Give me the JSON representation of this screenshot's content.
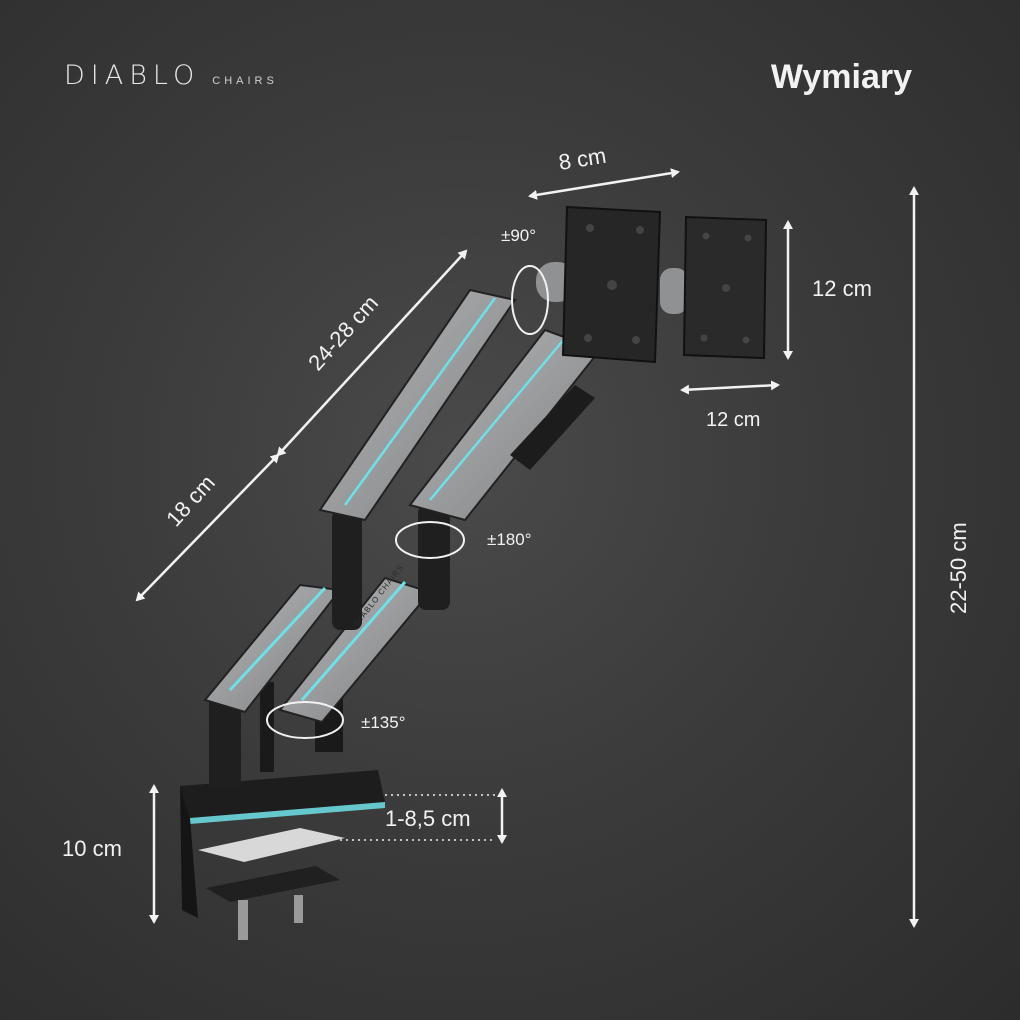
{
  "header": {
    "brand_name": "DIABLO",
    "brand_sub": "CHAIRS",
    "title": "Wymiary"
  },
  "dimensions": {
    "plate_depth": "8 cm",
    "plate_height": "12 cm",
    "plate_width": "12 cm",
    "upper_arm": "24-28 cm",
    "lower_arm": "18 cm",
    "pole_height": "22-50 cm",
    "clamp_height": "10 cm",
    "desk_thickness": "1-8,5 cm"
  },
  "rotations": {
    "tilt": "±90°",
    "swivel_mid": "±180°",
    "swivel_base": "±135°"
  },
  "product_marking": "DIABLO CHAIRS",
  "colors": {
    "accent_led": "#6fe0e8",
    "arm_grey": "#9a9c9e",
    "dark_metal": "#1c1c1c",
    "text": "#f2f2f2"
  }
}
